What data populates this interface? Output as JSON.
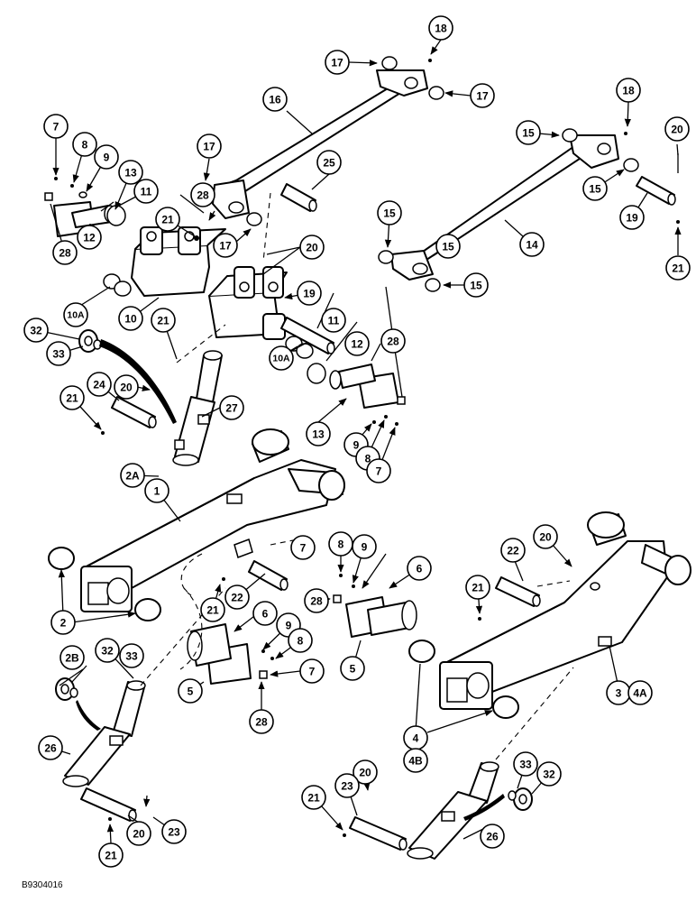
{
  "figure_id": "B9304016",
  "callouts": [
    "1",
    "2",
    "2A",
    "2B",
    "3",
    "4",
    "4A",
    "4B",
    "5",
    "6",
    "7",
    "8",
    "9",
    "10",
    "10A",
    "11",
    "12",
    "13",
    "14",
    "15",
    "16",
    "17",
    "18",
    "19",
    "20",
    "21",
    "22",
    "23",
    "24",
    "25",
    "26",
    "27",
    "28",
    "32",
    "33"
  ]
}
